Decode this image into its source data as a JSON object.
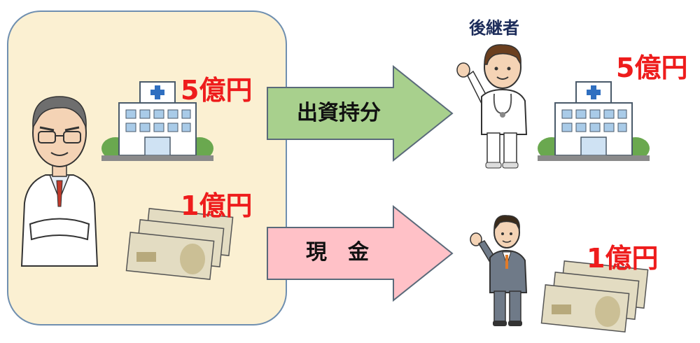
{
  "left_panel": {
    "hospital_value": "5億円",
    "cash_value": "1億円"
  },
  "arrows": {
    "top_label": "出資持分",
    "bottom_label": "現　金",
    "top_color": "#a8d08d",
    "bottom_color": "#ffc1c7"
  },
  "right": {
    "successor_label": "後継者",
    "hospital_value": "5億円",
    "cash_value": "1億円"
  },
  "colors": {
    "panel_bg": "#fbf0d2",
    "panel_border": "#6f8fb0",
    "amount_red": "#ee1c1c"
  }
}
